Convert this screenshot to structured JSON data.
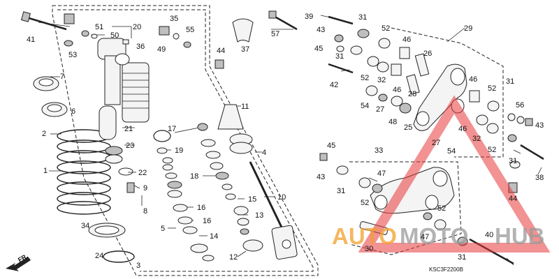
{
  "callouts": [
    {
      "id": "1",
      "text": "1"
    },
    {
      "id": "2",
      "text": "2"
    },
    {
      "id": "3",
      "text": "3"
    },
    {
      "id": "4",
      "text": "4"
    },
    {
      "id": "5",
      "text": "5"
    },
    {
      "id": "6",
      "text": "6"
    },
    {
      "id": "7",
      "text": "7"
    },
    {
      "id": "8",
      "text": "8"
    },
    {
      "id": "9",
      "text": "9"
    },
    {
      "id": "10",
      "text": "10"
    },
    {
      "id": "11",
      "text": "11"
    },
    {
      "id": "12",
      "text": "12"
    },
    {
      "id": "13",
      "text": "13"
    },
    {
      "id": "14",
      "text": "14"
    },
    {
      "id": "15",
      "text": "15"
    },
    {
      "id": "16a",
      "text": "16"
    },
    {
      "id": "16b",
      "text": "16"
    },
    {
      "id": "17",
      "text": "17"
    },
    {
      "id": "18",
      "text": "18"
    },
    {
      "id": "19",
      "text": "19"
    },
    {
      "id": "20",
      "text": "20"
    },
    {
      "id": "21",
      "text": "21"
    },
    {
      "id": "22",
      "text": "22"
    },
    {
      "id": "23",
      "text": "23"
    },
    {
      "id": "24",
      "text": "24"
    },
    {
      "id": "25",
      "text": "25"
    },
    {
      "id": "26",
      "text": "26"
    },
    {
      "id": "27a",
      "text": "27"
    },
    {
      "id": "27b",
      "text": "27"
    },
    {
      "id": "28",
      "text": "28"
    },
    {
      "id": "29",
      "text": "29"
    },
    {
      "id": "30",
      "text": "30"
    },
    {
      "id": "31a",
      "text": "31"
    },
    {
      "id": "31b",
      "text": "31"
    },
    {
      "id": "31c",
      "text": "31"
    },
    {
      "id": "31d",
      "text": "31"
    },
    {
      "id": "31e",
      "text": "31"
    },
    {
      "id": "31f",
      "text": "31"
    },
    {
      "id": "32a",
      "text": "32"
    },
    {
      "id": "32b",
      "text": "32"
    },
    {
      "id": "33",
      "text": "33"
    },
    {
      "id": "34",
      "text": "34"
    },
    {
      "id": "35",
      "text": "35"
    },
    {
      "id": "36",
      "text": "36"
    },
    {
      "id": "37",
      "text": "37"
    },
    {
      "id": "38",
      "text": "38"
    },
    {
      "id": "39",
      "text": "39"
    },
    {
      "id": "40",
      "text": "40"
    },
    {
      "id": "41",
      "text": "41"
    },
    {
      "id": "42",
      "text": "42"
    },
    {
      "id": "43a",
      "text": "43"
    },
    {
      "id": "43b",
      "text": "43"
    },
    {
      "id": "43c",
      "text": "43"
    },
    {
      "id": "44a",
      "text": "44"
    },
    {
      "id": "44b",
      "text": "44"
    },
    {
      "id": "45a",
      "text": "45"
    },
    {
      "id": "45b",
      "text": "45"
    },
    {
      "id": "46a",
      "text": "46"
    },
    {
      "id": "46b",
      "text": "46"
    },
    {
      "id": "46c",
      "text": "46"
    },
    {
      "id": "46d",
      "text": "46"
    },
    {
      "id": "47a",
      "text": "47"
    },
    {
      "id": "47b",
      "text": "47"
    },
    {
      "id": "48",
      "text": "48"
    },
    {
      "id": "49",
      "text": "49"
    },
    {
      "id": "50",
      "text": "50"
    },
    {
      "id": "51",
      "text": "51"
    },
    {
      "id": "52a",
      "text": "52"
    },
    {
      "id": "52b",
      "text": "52"
    },
    {
      "id": "52c",
      "text": "52"
    },
    {
      "id": "52d",
      "text": "52"
    },
    {
      "id": "52e",
      "text": "52"
    },
    {
      "id": "52f",
      "text": "52"
    },
    {
      "id": "52g",
      "text": "52"
    },
    {
      "id": "53",
      "text": "53"
    },
    {
      "id": "54a",
      "text": "54"
    },
    {
      "id": "54b",
      "text": "54"
    },
    {
      "id": "55",
      "text": "55"
    },
    {
      "id": "56",
      "text": "56"
    },
    {
      "id": "57",
      "text": "57"
    }
  ],
  "diagram_code": "KSC3F2200B",
  "direction_label": "FR.",
  "watermark": {
    "part1": "AUTO",
    "part2": "MOTO",
    "part3": "HUB"
  },
  "colors": {
    "watermark_red": "#e8393a",
    "watermark_orange": "#f2a02c",
    "watermark_gray": "#9a9a9a",
    "line": "#222222"
  }
}
